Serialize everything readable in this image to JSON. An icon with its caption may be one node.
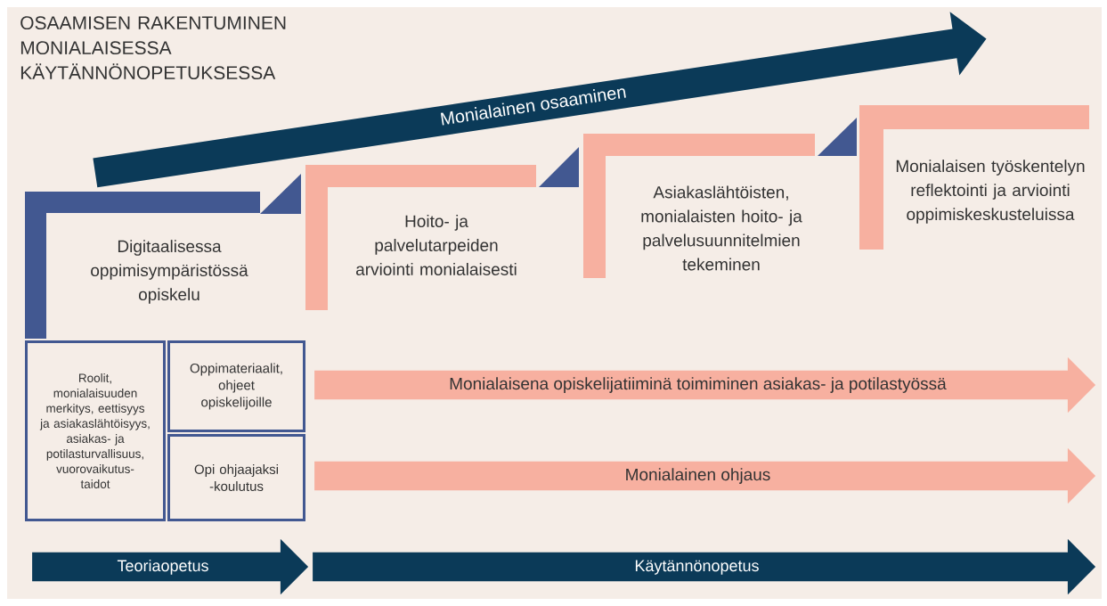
{
  "diagram": {
    "title": "OSAAMISEN RAKENTUMINEN MONIALAISESSA KÄYTÄNNÖNOPETUKSESSA",
    "nodes": [
      {
        "text": [
          "Monialainen osaaminen"
        ]
      },
      {
        "text": [
          "Digitaalisessa oppimisympäristössä opiskelu"
        ]
      },
      {
        "text": [
          "Hoito- ja palvelutarpeiden arviointi monialaisesti"
        ]
      },
      {
        "text": [
          "Asiakaslähtöisten, monialaisten hoito- ja palvelusuunnitelmien tekeminen"
        ]
      },
      {
        "text": [
          "Monialaisen työskentelyn reflektointi ja arviointi oppimiskeskusteluissa"
        ]
      },
      {
        "text": [
          "Roolit, monialaisuuden merkitys, eettisyys ja asiakaslähtöisyys, asiakas- ja potilasturvallisuus, vuorovaikutus- taidot"
        ]
      },
      {
        "text": [
          "Oppimateriaalit, ohjeet opiskelijoille"
        ]
      },
      {
        "text": [
          "Opi ohjaajaksi -koulutus"
        ]
      },
      {
        "text": [
          "Monialaisena opiskelijatiiminä toimiminen asiakas- ja potilastyössä"
        ]
      },
      {
        "text": [
          "Monialainen ohjaus"
        ]
      },
      {
        "text": [
          "Teoriaopetus"
        ]
      },
      {
        "text": [
          "Käytännönopetus"
        ]
      }
    ]
  }
}
